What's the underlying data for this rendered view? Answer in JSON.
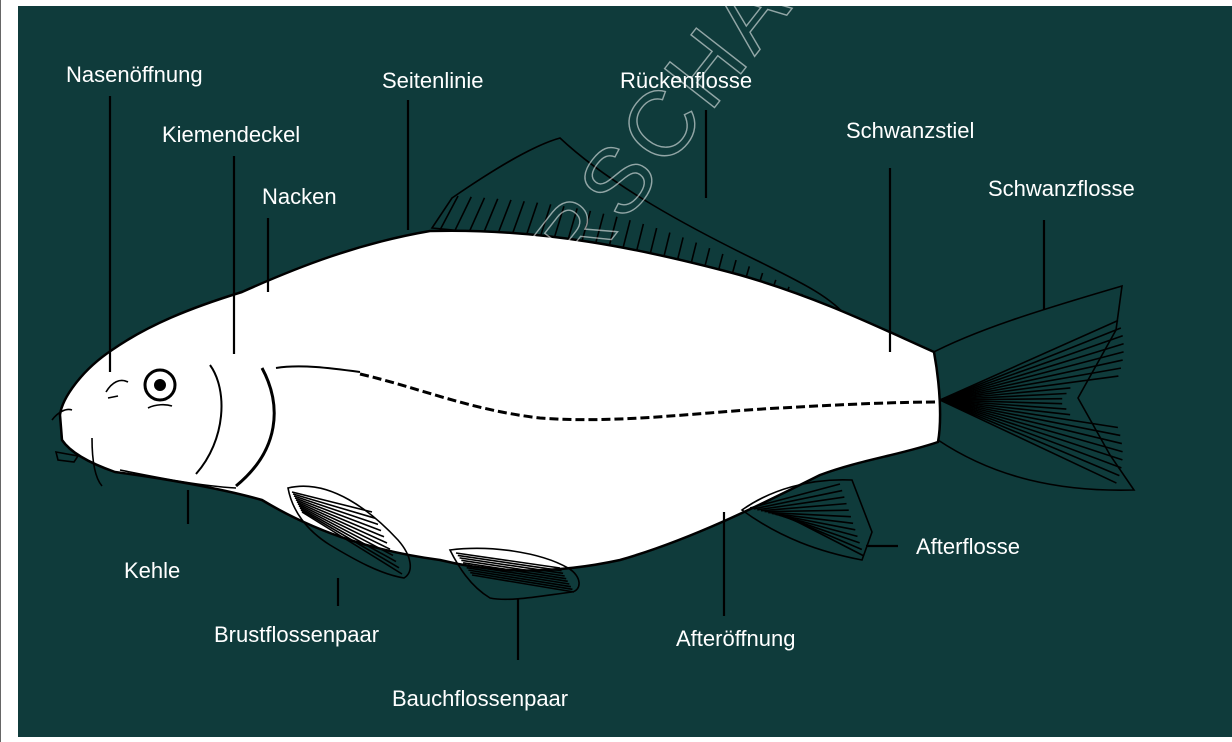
{
  "diagram": {
    "background_color": "#0f3b3b",
    "fish_color": "#ffffff",
    "outline_color": "#000000",
    "label_color": "#ffffff",
    "watermark": "VORSCHAU",
    "labels": {
      "nasenoeffnung": "Nasenöffnung",
      "kiemendeckel": "Kiemendeckel",
      "nacken": "Nacken",
      "seitenlinie": "Seitenlinie",
      "rueckenflosse": "Rückenflosse",
      "schwanzstiel": "Schwanzstiel",
      "schwanzflosse": "Schwanzflosse",
      "kehle": "Kehle",
      "brustflossenpaar": "Brustflossenpaar",
      "bauchflossenpaar": "Bauchflossenpaar",
      "afteroeffnung": "Afteröffnung",
      "afterflosse": "Afterflosse"
    }
  }
}
